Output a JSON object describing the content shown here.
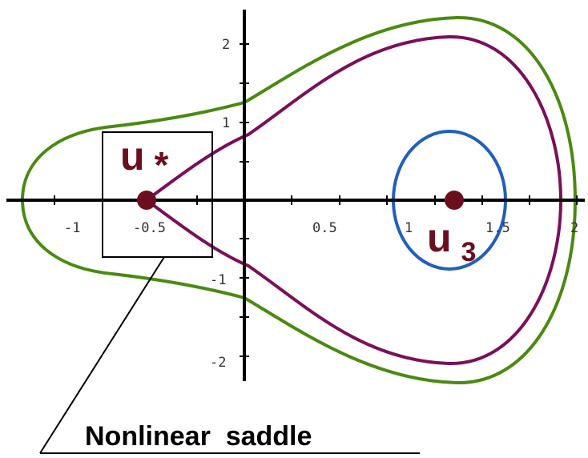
{
  "axes": {
    "x_ticks": [
      "-1",
      "-0.5",
      "0.5",
      "1",
      "1.5",
      "2"
    ],
    "y_ticks": [
      "2",
      "1",
      "-1",
      "-2"
    ]
  },
  "points": {
    "saddle": {
      "label": "u",
      "subscript": "*"
    },
    "center": {
      "label": "u",
      "subscript": "3"
    }
  },
  "annotation": {
    "text": "Nonlinear  saddle"
  },
  "colors": {
    "outer_orbit": "#4a8a10",
    "separatrix": "#7a0f5a",
    "inner_orbit": "#1f5fbf",
    "point": "#6b0f1f",
    "axis": "#000000"
  }
}
